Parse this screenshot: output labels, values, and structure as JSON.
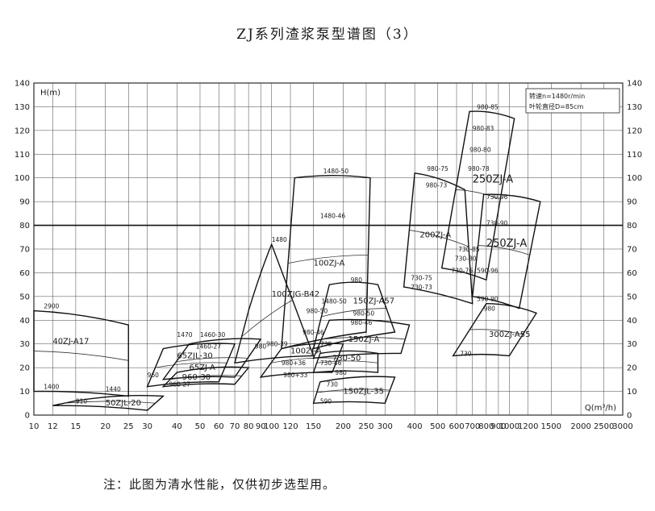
{
  "page": {
    "title": "ZJ系列渣浆泵型谱图（3）",
    "footnote": "注：此图为清水性能，仅供初步选型用。"
  },
  "chart_data": {
    "type": "area",
    "title": "ZJ系列渣浆泵型谱图（3）",
    "xlabel": "Q(m³/h)",
    "ylabel": "H(m)",
    "x_scale": "log",
    "xlim": [
      10,
      3000
    ],
    "ylim": [
      0,
      140
    ],
    "x_ticks": [
      10,
      12,
      15,
      20,
      25,
      30,
      40,
      50,
      60,
      70,
      80,
      90,
      100,
      120,
      150,
      200,
      250,
      300,
      400,
      500,
      600,
      700,
      800,
      900,
      1000,
      1200,
      1500,
      2000,
      2500,
      3000
    ],
    "y_ticks": [
      0,
      10,
      20,
      30,
      40,
      50,
      60,
      70,
      80,
      90,
      100,
      110,
      120,
      130,
      140
    ],
    "grid": true,
    "reference_line_y": 80,
    "info_box": [
      "转速n=1480r/min",
      "叶轮直径D=85cm"
    ],
    "zones": [
      {
        "name": "40ZJ-A17",
        "top": [
          [
            10,
            44
          ],
          [
            25,
            38
          ]
        ],
        "bottom": [
          [
            10,
            10
          ],
          [
            25,
            8
          ]
        ],
        "labels": [
          {
            "text": "2900",
            "x": 11,
            "y": 45
          },
          {
            "text": "1400",
            "x": 11,
            "y": 11
          }
        ],
        "model_at": [
          12,
          30
        ]
      },
      {
        "name": "50ZJL-20",
        "top": [
          [
            15,
            6
          ],
          [
            35,
            8
          ]
        ],
        "bottom": [
          [
            12,
            4
          ],
          [
            30,
            2
          ]
        ],
        "labels": [
          {
            "text": "1440",
            "x": 20,
            "y": 10
          },
          {
            "text": "910",
            "x": 15,
            "y": 5
          }
        ],
        "model_at": [
          20,
          4
        ]
      },
      {
        "name": "65ZJL-30",
        "top": [
          [
            35,
            28
          ],
          [
            70,
            30
          ]
        ],
        "bottom": [
          [
            30,
            12
          ],
          [
            60,
            14
          ]
        ],
        "labels": [
          {
            "text": "1470",
            "x": 40,
            "y": 33
          },
          {
            "text": "960",
            "x": 30,
            "y": 16
          }
        ],
        "model_at": [
          40,
          24
        ]
      },
      {
        "name": "65ZJ-A",
        "top": [
          [
            45,
            30
          ],
          [
            90,
            32
          ]
        ],
        "bottom": [
          [
            35,
            15
          ],
          [
            70,
            16
          ]
        ],
        "labels": [
          {
            "text": "1460-30",
            "x": 50,
            "y": 33
          },
          {
            "text": "1460-27",
            "x": 48,
            "y": 28
          }
        ],
        "model_at": [
          45,
          19
        ]
      },
      {
        "name": "960-30",
        "top": [
          [
            40,
            18
          ],
          [
            80,
            20
          ]
        ],
        "bottom": [
          [
            35,
            12
          ],
          [
            70,
            13
          ]
        ],
        "labels": [
          {
            "text": "960-27",
            "x": 37,
            "y": 12
          }
        ],
        "model_at": [
          42,
          15
        ]
      },
      {
        "name": "100ZJG-B42",
        "top": [
          [
            80,
            44
          ],
          [
            100,
            72
          ]
        ],
        "bottom": [
          [
            70,
            22
          ],
          [
            150,
            25
          ]
        ],
        "labels": [
          {
            "text": "1480",
            "x": 100,
            "y": 73
          },
          {
            "text": "980",
            "x": 85,
            "y": 28
          },
          {
            "text": "980-39",
            "x": 95,
            "y": 29
          }
        ],
        "model_at": [
          100,
          50
        ]
      },
      {
        "name": "100ZJ-A",
        "top": [
          [
            125,
            100
          ],
          [
            260,
            100
          ]
        ],
        "bottom": [
          [
            110,
            28
          ],
          [
            250,
            35
          ]
        ],
        "labels": [
          {
            "text": "1480-50",
            "x": 165,
            "y": 102
          },
          {
            "text": "1480-46",
            "x": 160,
            "y": 83
          },
          {
            "text": "980-50",
            "x": 140,
            "y": 43
          },
          {
            "text": "980-46",
            "x": 135,
            "y": 34
          }
        ],
        "model_at": [
          150,
          63
        ]
      },
      {
        "name": "100ZJ-A",
        "top": [
          [
            110,
            28
          ],
          [
            200,
            30
          ]
        ],
        "bottom": [
          [
            90,
            16
          ],
          [
            180,
            18
          ]
        ],
        "labels": [
          {
            "text": "980+36",
            "x": 110,
            "y": 21
          },
          {
            "text": "980+33",
            "x": 112,
            "y": 16
          }
        ],
        "model_at": [
          120,
          26
        ]
      },
      {
        "name": "150ZJ-A57",
        "top": [
          [
            175,
            55
          ],
          [
            280,
            55
          ]
        ],
        "bottom": [
          [
            150,
            28
          ],
          [
            330,
            35
          ]
        ],
        "labels": [
          {
            "text": "980",
            "x": 215,
            "y": 56
          },
          {
            "text": "1480-50",
            "x": 162,
            "y": 47
          },
          {
            "text": "980-50",
            "x": 220,
            "y": 42
          },
          {
            "text": "980-46",
            "x": 215,
            "y": 38
          }
        ],
        "model_at": [
          220,
          47
        ]
      },
      {
        "name": "150ZJ-A",
        "top": [
          [
            175,
            40
          ],
          [
            380,
            38
          ]
        ],
        "bottom": [
          [
            150,
            24
          ],
          [
            350,
            26
          ]
        ],
        "labels": [
          {
            "text": "730",
            "x": 160,
            "y": 29
          }
        ],
        "model_at": [
          210,
          31
        ]
      },
      {
        "name": "730-50",
        "top": [
          [
            160,
            26
          ],
          [
            280,
            26
          ]
        ],
        "bottom": [
          [
            150,
            18
          ],
          [
            280,
            18
          ]
        ],
        "labels": [
          {
            "text": "730-46",
            "x": 160,
            "y": 21
          },
          {
            "text": "980",
            "x": 185,
            "y": 17
          }
        ],
        "model_at": [
          180,
          23
        ]
      },
      {
        "name": "150ZJL-35",
        "top": [
          [
            160,
            14
          ],
          [
            330,
            16
          ]
        ],
        "bottom": [
          [
            150,
            5
          ],
          [
            300,
            5
          ]
        ],
        "labels": [
          {
            "text": "730",
            "x": 170,
            "y": 12
          },
          {
            "text": "590",
            "x": 160,
            "y": 5
          }
        ],
        "model_at": [
          200,
          9
        ]
      },
      {
        "name": "200ZJ-A",
        "top": [
          [
            400,
            102
          ],
          [
            650,
            95
          ]
        ],
        "bottom": [
          [
            360,
            54
          ],
          [
            700,
            47
          ]
        ],
        "labels": [
          {
            "text": "980-75",
            "x": 450,
            "y": 103
          },
          {
            "text": "980-73",
            "x": 445,
            "y": 96
          },
          {
            "text": "730-75",
            "x": 385,
            "y": 57
          },
          {
            "text": "730-73",
            "x": 385,
            "y": 53
          }
        ],
        "model_at": [
          420,
          75
        ]
      },
      {
        "name": "250ZJ-A",
        "top": [
          [
            680,
            128
          ],
          [
            1050,
            125
          ]
        ],
        "bottom": [
          [
            520,
            62
          ],
          [
            800,
            57
          ]
        ],
        "labels": [
          {
            "text": "980-85",
            "x": 730,
            "y": 129
          },
          {
            "text": "980-83",
            "x": 700,
            "y": 120
          },
          {
            "text": "980-80",
            "x": 680,
            "y": 111
          },
          {
            "text": "980-78",
            "x": 670,
            "y": 103
          },
          {
            "text": "730-85",
            "x": 610,
            "y": 69
          },
          {
            "text": "730-80",
            "x": 590,
            "y": 65
          },
          {
            "text": "730-76",
            "x": 570,
            "y": 60
          }
        ],
        "model_at": [
          700,
          98
        ]
      },
      {
        "name": "250ZJ-A",
        "top": [
          [
            780,
            93
          ],
          [
            1350,
            90
          ]
        ],
        "bottom": [
          [
            700,
            50
          ],
          [
            1100,
            45
          ]
        ],
        "labels": [
          {
            "text": "730-96",
            "x": 800,
            "y": 91
          },
          {
            "text": "730-90",
            "x": 800,
            "y": 80
          },
          {
            "text": "590-96",
            "x": 730,
            "y": 60
          },
          {
            "text": "590-90",
            "x": 730,
            "y": 48
          }
        ],
        "model_at": [
          800,
          71
        ]
      },
      {
        "name": "300ZJ-A55",
        "top": [
          [
            800,
            47
          ],
          [
            1300,
            43
          ]
        ],
        "bottom": [
          [
            580,
            25
          ],
          [
            1000,
            25
          ]
        ],
        "labels": [
          {
            "text": "980",
            "x": 780,
            "y": 44
          },
          {
            "text": "730",
            "x": 620,
            "y": 25
          }
        ],
        "model_at": [
          820,
          33
        ]
      }
    ]
  }
}
